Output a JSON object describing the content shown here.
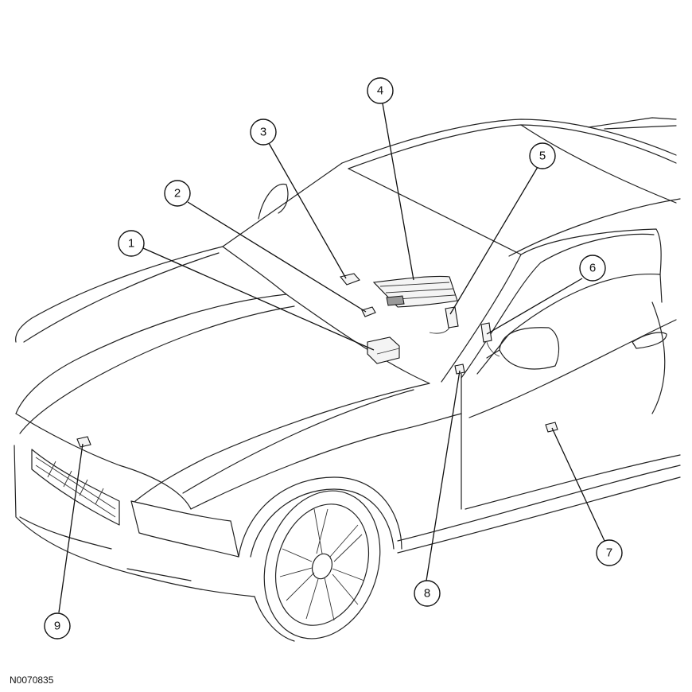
{
  "figure_code": "N0070835",
  "callouts": [
    "1",
    "2",
    "3",
    "4",
    "5",
    "6",
    "7",
    "8",
    "9"
  ],
  "colors": {
    "line": "#222222",
    "background": "#ffffff"
  }
}
